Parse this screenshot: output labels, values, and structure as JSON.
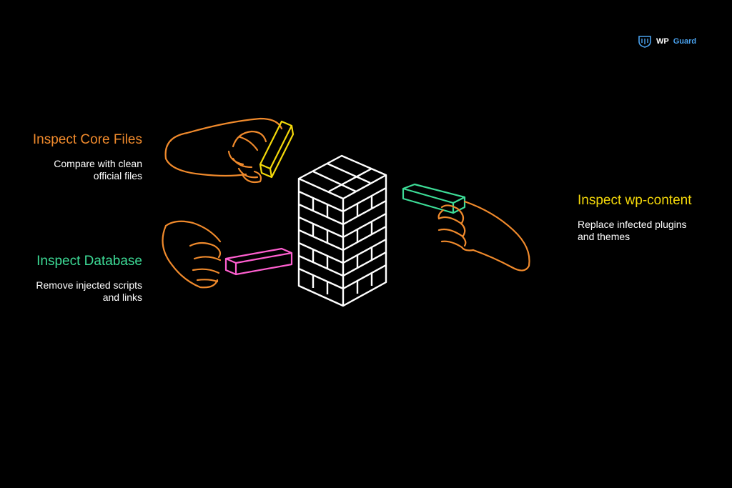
{
  "brand": {
    "wp": "WP",
    "guard": "Guard"
  },
  "steps": {
    "core": {
      "title": "Inspect Core Files",
      "desc_line1": "Compare with clean",
      "desc_line2": "official files",
      "color": "#f08a2c"
    },
    "database": {
      "title": "Inspect Database",
      "desc_line1": "Remove injected scripts",
      "desc_line2": "and links",
      "color": "#3ddc97"
    },
    "content": {
      "title": "Inspect wp-content",
      "desc_line1": "Replace infected plugins",
      "desc_line2": "and themes",
      "color": "#f5d90a"
    }
  },
  "colors": {
    "background": "#000000",
    "tower": "#ffffff",
    "hand": "#f08a2c",
    "block_core": "#f5d90a",
    "block_database": "#ff5fd0",
    "block_content": "#3ddc97",
    "brand_accent": "#4aa3f0"
  },
  "icons": [
    "shield-logo-icon",
    "jenga-tower",
    "hand-icon"
  ]
}
